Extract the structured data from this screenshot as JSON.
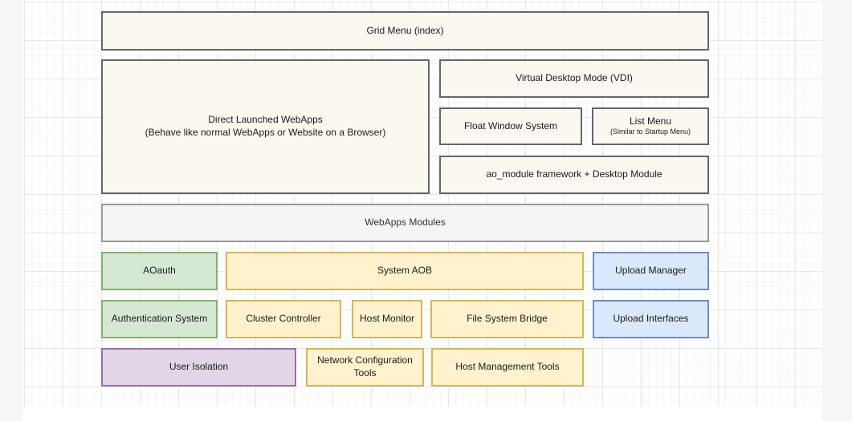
{
  "diagram": {
    "palette": {
      "cream": {
        "fill": "#FAF8EF",
        "border": "#666666"
      },
      "gray": {
        "fill": "#F5F5F5",
        "border": "#999999"
      },
      "green": {
        "fill": "#D5E8D4",
        "border": "#82B366"
      },
      "yellow": {
        "fill": "#FFF2CC",
        "border": "#D6B656"
      },
      "blue": {
        "fill": "#DAE8FC",
        "border": "#6C8EBF"
      },
      "purple": {
        "fill": "#E1D5E7",
        "border": "#9673A6"
      }
    },
    "nodes": {
      "grid_menu": {
        "label": "Grid Menu (index)"
      },
      "direct_webapps": {
        "label": "Direct Launched WebApps",
        "sublabel": "(Behave like normal WebApps or Website on a Browser)"
      },
      "vdi": {
        "label": "Virtual Desktop Mode (VDI)"
      },
      "float_window": {
        "label": "Float Window System"
      },
      "list_menu": {
        "label": "List Menu",
        "sublabel": "(Similar to Startup Menu)"
      },
      "ao_module": {
        "label": "ao_module framework + Desktop Module"
      },
      "webapps_modules": {
        "label": "WebApps Modules"
      },
      "aoauth": {
        "label": "AOauth"
      },
      "system_aob": {
        "label": "System AOB"
      },
      "upload_manager": {
        "label": "Upload Manager"
      },
      "auth_system": {
        "label": "Authentication System"
      },
      "cluster_controller": {
        "label": "Cluster Controller"
      },
      "host_monitor": {
        "label": "Host Monitor"
      },
      "fs_bridge": {
        "label": "File System Bridge"
      },
      "upload_interfaces": {
        "label": "Upload Interfaces"
      },
      "user_isolation": {
        "label": "User Isolation"
      },
      "network_config": {
        "label": "Network Configuration Tools"
      },
      "host_mgmt": {
        "label": "Host Management Tools"
      }
    }
  }
}
